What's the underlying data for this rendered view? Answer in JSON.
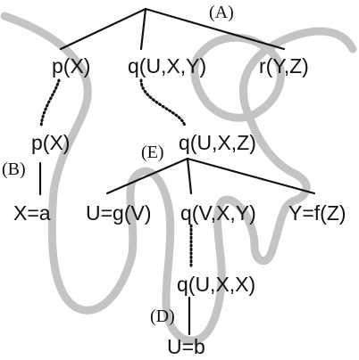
{
  "diagram": {
    "labels": {
      "A": "(A)",
      "B": "(B)",
      "D": "(D)",
      "E": "(E)"
    },
    "nodes": {
      "p1": "p(X)",
      "q1": "q(U,X,Y)",
      "r1": "r(Y,Z)",
      "p2": "p(X)",
      "x_eq_a": "X=a",
      "q2": "q(U,X,Z)",
      "u_eq_gv": "U=g(V)",
      "q3": "q(V,X,Y)",
      "y_eq_fz": "Y=f(Z)",
      "q4": "q(U,X,X)",
      "u_eq_b": "U=b"
    },
    "colors": {
      "ink": "#111111",
      "trace": "#c4c4c4"
    }
  }
}
